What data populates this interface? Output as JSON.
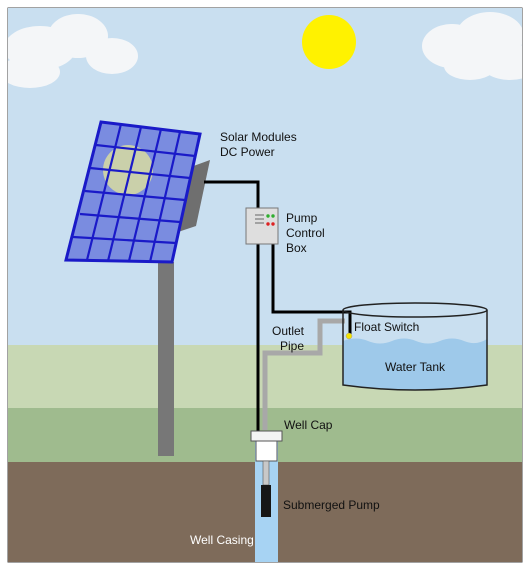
{
  "labels": {
    "solar_line1": "Solar Modules",
    "solar_line2": "DC Power",
    "pump_line1": "Pump",
    "pump_line2": "Control",
    "pump_line3": "Box",
    "outlet_line1": "Outlet",
    "outlet_line2": "Pipe",
    "float_switch": "Float Switch",
    "water_tank": "Water Tank",
    "well_cap": "Well Cap",
    "submerged_pump": "Submerged Pump",
    "well_casing": "Well Casing"
  },
  "colors": {
    "sky": "#c9dff0",
    "cloud": "#f4f6f8",
    "sun": "#fff200",
    "far_field": "#c8d8b4",
    "near_field": "#9fbb8e",
    "ground": "#7e6b5a",
    "panel_frame": "#1a1ac8",
    "panel_cell": "#7a8ce0",
    "pole": "#777777",
    "control_box": "#dedede",
    "water": "#9ec9ea",
    "well_casing": "#a7d3f3",
    "wire": "#000000",
    "outlet_pipe": "#a8a8a8"
  }
}
